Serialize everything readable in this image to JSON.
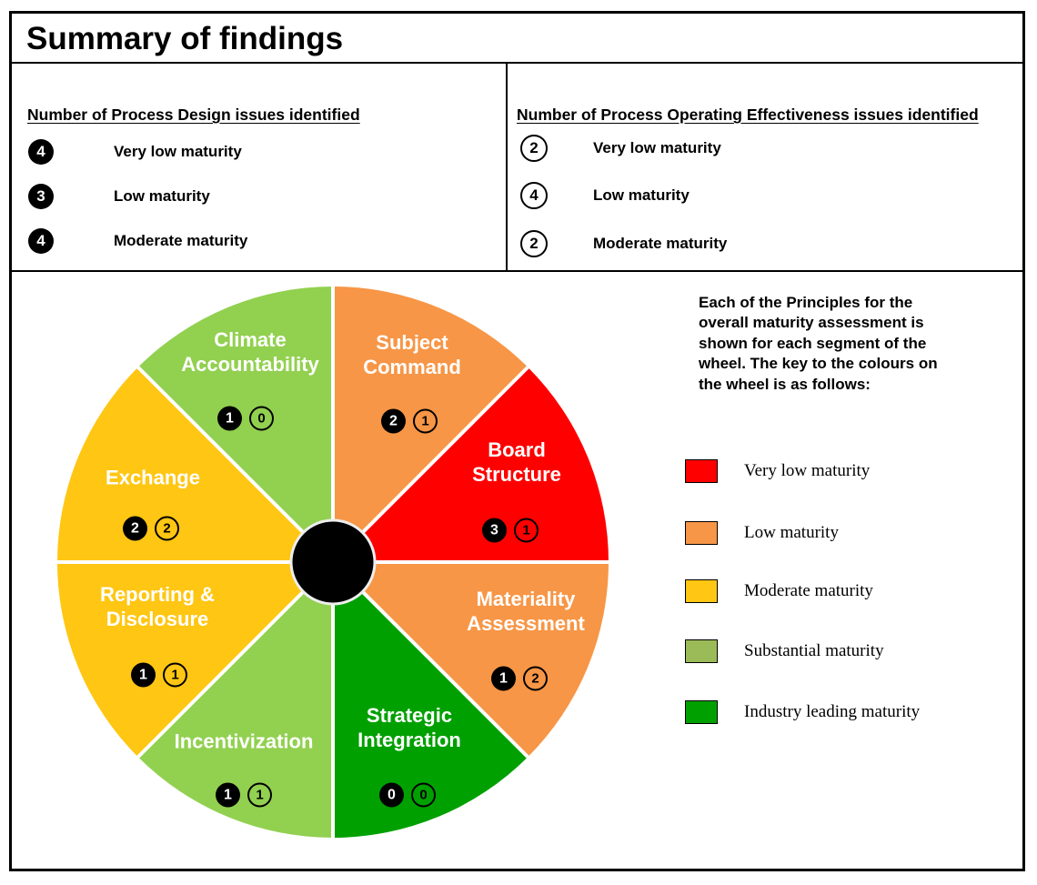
{
  "title": "Summary of findings",
  "process_design": {
    "header": "Number of Process Design issues identified",
    "items": [
      {
        "count": "4",
        "label": "Very low maturity"
      },
      {
        "count": "3",
        "label": "Low maturity"
      },
      {
        "count": "4",
        "label": "Moderate maturity"
      }
    ]
  },
  "operating_effectiveness": {
    "header": "Number of Process Operating Effectiveness issues identified",
    "items": [
      {
        "count": "2",
        "label": "Very low maturity"
      },
      {
        "count": "4",
        "label": "Low maturity"
      },
      {
        "count": "2",
        "label": "Moderate maturity"
      }
    ]
  },
  "wheel_note": "Each of the Principles for the\noverall maturity assessment is\nshown for each segment of the\nwheel. The key to the colours on\nthe wheel is as follows:",
  "legend": [
    {
      "label": "Very low maturity",
      "color": "#FE0000"
    },
    {
      "label": "Low maturity",
      "color": "#F79646"
    },
    {
      "label": "Moderate maturity",
      "color": "#FFC613"
    },
    {
      "label": "Substantial maturity",
      "color": "#9BBB59"
    },
    {
      "label": "Industry leading maturity",
      "color": "#00A000"
    }
  ],
  "chart_data": {
    "type": "pie",
    "title": "Maturity assessment wheel",
    "slice_deg": 45,
    "order": "clockwise from 12 o'clock",
    "hub_color": "#000000",
    "counts_key": "filled black circle = Process Design issues, outlined circle = Process Operating Effectiveness issues",
    "segments": [
      {
        "label": "Subject Command",
        "display_label": "Subject\nCommand",
        "maturity": "Low maturity",
        "color": "#F79646",
        "design_issues": 2,
        "operating_issues": 1
      },
      {
        "label": "Board Structure",
        "display_label": "Board\nStructure",
        "maturity": "Very low maturity",
        "color": "#FE0000",
        "design_issues": 3,
        "operating_issues": 1
      },
      {
        "label": "Materiality Assessment",
        "display_label": "Materiality\nAssessment",
        "maturity": "Low maturity",
        "color": "#F79646",
        "design_issues": 1,
        "operating_issues": 2
      },
      {
        "label": "Strategic Integration",
        "display_label": "Strategic\nIntegration",
        "maturity": "Industry leading maturity",
        "color": "#00A000",
        "design_issues": 0,
        "operating_issues": 0
      },
      {
        "label": "Incentivization",
        "display_label": "Incentivization",
        "maturity": "Substantial maturity",
        "color": "#92D050",
        "design_issues": 1,
        "operating_issues": 1
      },
      {
        "label": "Reporting & Disclosure",
        "display_label": "Reporting &\nDisclosure",
        "maturity": "Moderate maturity",
        "color": "#FFC613",
        "design_issues": 1,
        "operating_issues": 1
      },
      {
        "label": "Exchange",
        "display_label": "Exchange",
        "maturity": "Moderate maturity",
        "color": "#FFC613",
        "design_issues": 2,
        "operating_issues": 2
      },
      {
        "label": "Climate Accountability",
        "display_label": "Climate\nAccountability",
        "maturity": "Substantial maturity",
        "color": "#92D050",
        "design_issues": 1,
        "operating_issues": 0
      }
    ]
  }
}
